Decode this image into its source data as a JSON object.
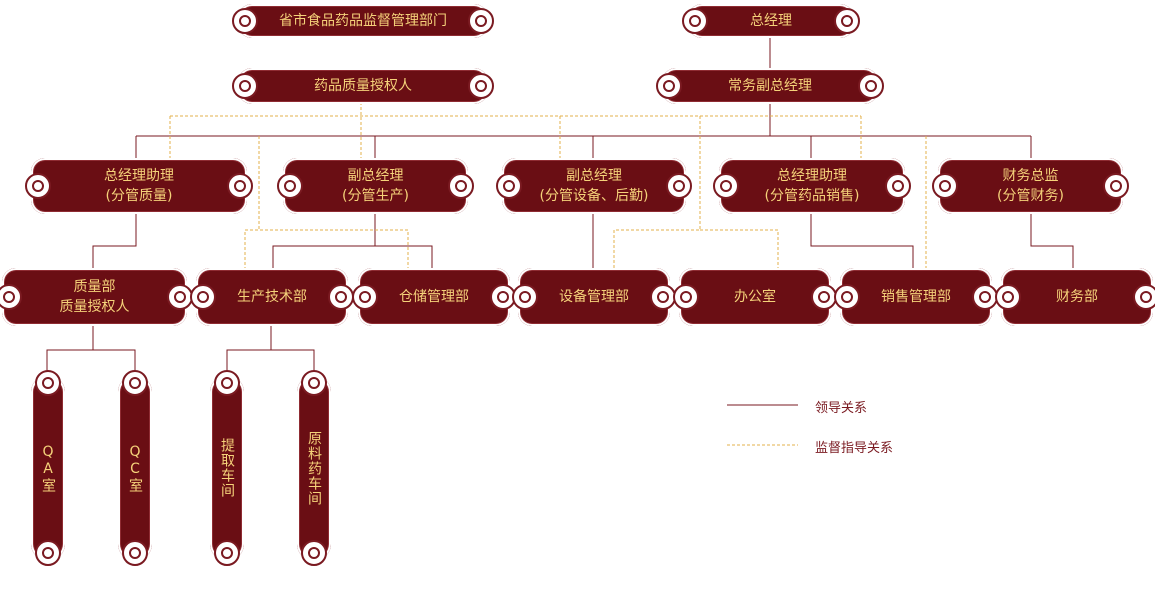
{
  "nodes": {
    "provincial_fda": "省市食品药品监督管理部门",
    "general_manager": "总经理",
    "qualified_person": "药品质量授权人",
    "executive_vp": "常务副总经理",
    "gm_assistant_quality": [
      "总经理助理",
      "(分管质量)"
    ],
    "vp_production": [
      "副总经理",
      "(分管生产)"
    ],
    "vp_equipment": [
      "副总经理",
      "(分管设备、后勤)"
    ],
    "gm_assistant_sales": [
      "总经理助理",
      "(分管药品销售)"
    ],
    "cfo": [
      "财务总监",
      "(分管财务)"
    ],
    "quality_dept": [
      "质量部",
      "质量授权人"
    ],
    "production_tech_dept": "生产技术部",
    "warehouse_dept": "仓储管理部",
    "equipment_dept": "设备管理部",
    "office": "办公室",
    "sales_dept": "销售管理部",
    "finance_dept": "财务部",
    "qa_room": "QA室",
    "qc_room": "QC室",
    "extraction_workshop": "提取车间",
    "raw_material_workshop": "原料药车间"
  },
  "legend": {
    "leadership": "领导关系",
    "supervision": "监督指导关系"
  },
  "colors": {
    "plate": "#6a0e14",
    "text": "#f5d27a",
    "solid_line": "#7a1a21",
    "dashed_line": "#e3b04b"
  }
}
